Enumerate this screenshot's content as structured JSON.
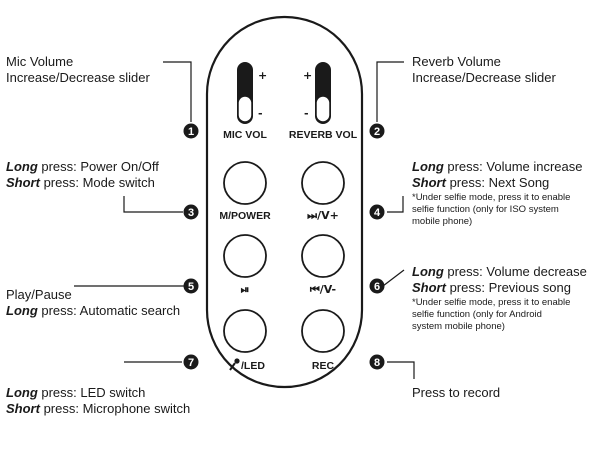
{
  "callouts": {
    "c1": {
      "number": "1",
      "line1": "Mic Volume",
      "line2": "Increase/Decrease slider"
    },
    "c2": {
      "number": "2",
      "line1": "Reverb Volume",
      "line2": "Increase/Decrease slider"
    },
    "c3": {
      "number": "3",
      "long_key": "Long",
      "long_text": " press: Power On/Off",
      "short_key": "Short",
      "short_text": " press: Mode switch"
    },
    "c4": {
      "number": "4",
      "long_key": "Long",
      "long_text": " press: Volume increase",
      "short_key": "Short",
      "short_text": " press: Next Song",
      "note1": "*Under selfie mode, press it to enable",
      "note2": "selfie function (only for ISO system",
      "note3": "mobile phone)"
    },
    "c5": {
      "number": "5",
      "line1": "Play/Pause",
      "long_key": "Long",
      "long_text": " press: Automatic search"
    },
    "c6": {
      "number": "6",
      "long_key": "Long",
      "long_text": " press: Volume decrease",
      "short_key": "Short",
      "short_text": " press: Previous song",
      "note1": "*Under selfie mode, press it to enable",
      "note2": "selfie function (only for Android",
      "note3": "system mobile phone)"
    },
    "c7": {
      "number": "7",
      "long_key": "Long",
      "long_text": " press: LED switch",
      "short_key": "Short",
      "short_text": " press: Microphone switch"
    },
    "c8": {
      "number": "8",
      "line1": "Press to record"
    }
  },
  "device": {
    "mic_vol_label": "MIC VOL",
    "reverb_vol_label": "REVERB VOL",
    "plus": "+",
    "minus": "-",
    "btn_m_power": "M/POWER",
    "btn_next_vol_up": "⏭/V+",
    "btn_play_pause": "⏯",
    "btn_prev_vol_down": "⏮/V-",
    "btn_led_suffix": "/LED",
    "btn_rec": "REC"
  }
}
